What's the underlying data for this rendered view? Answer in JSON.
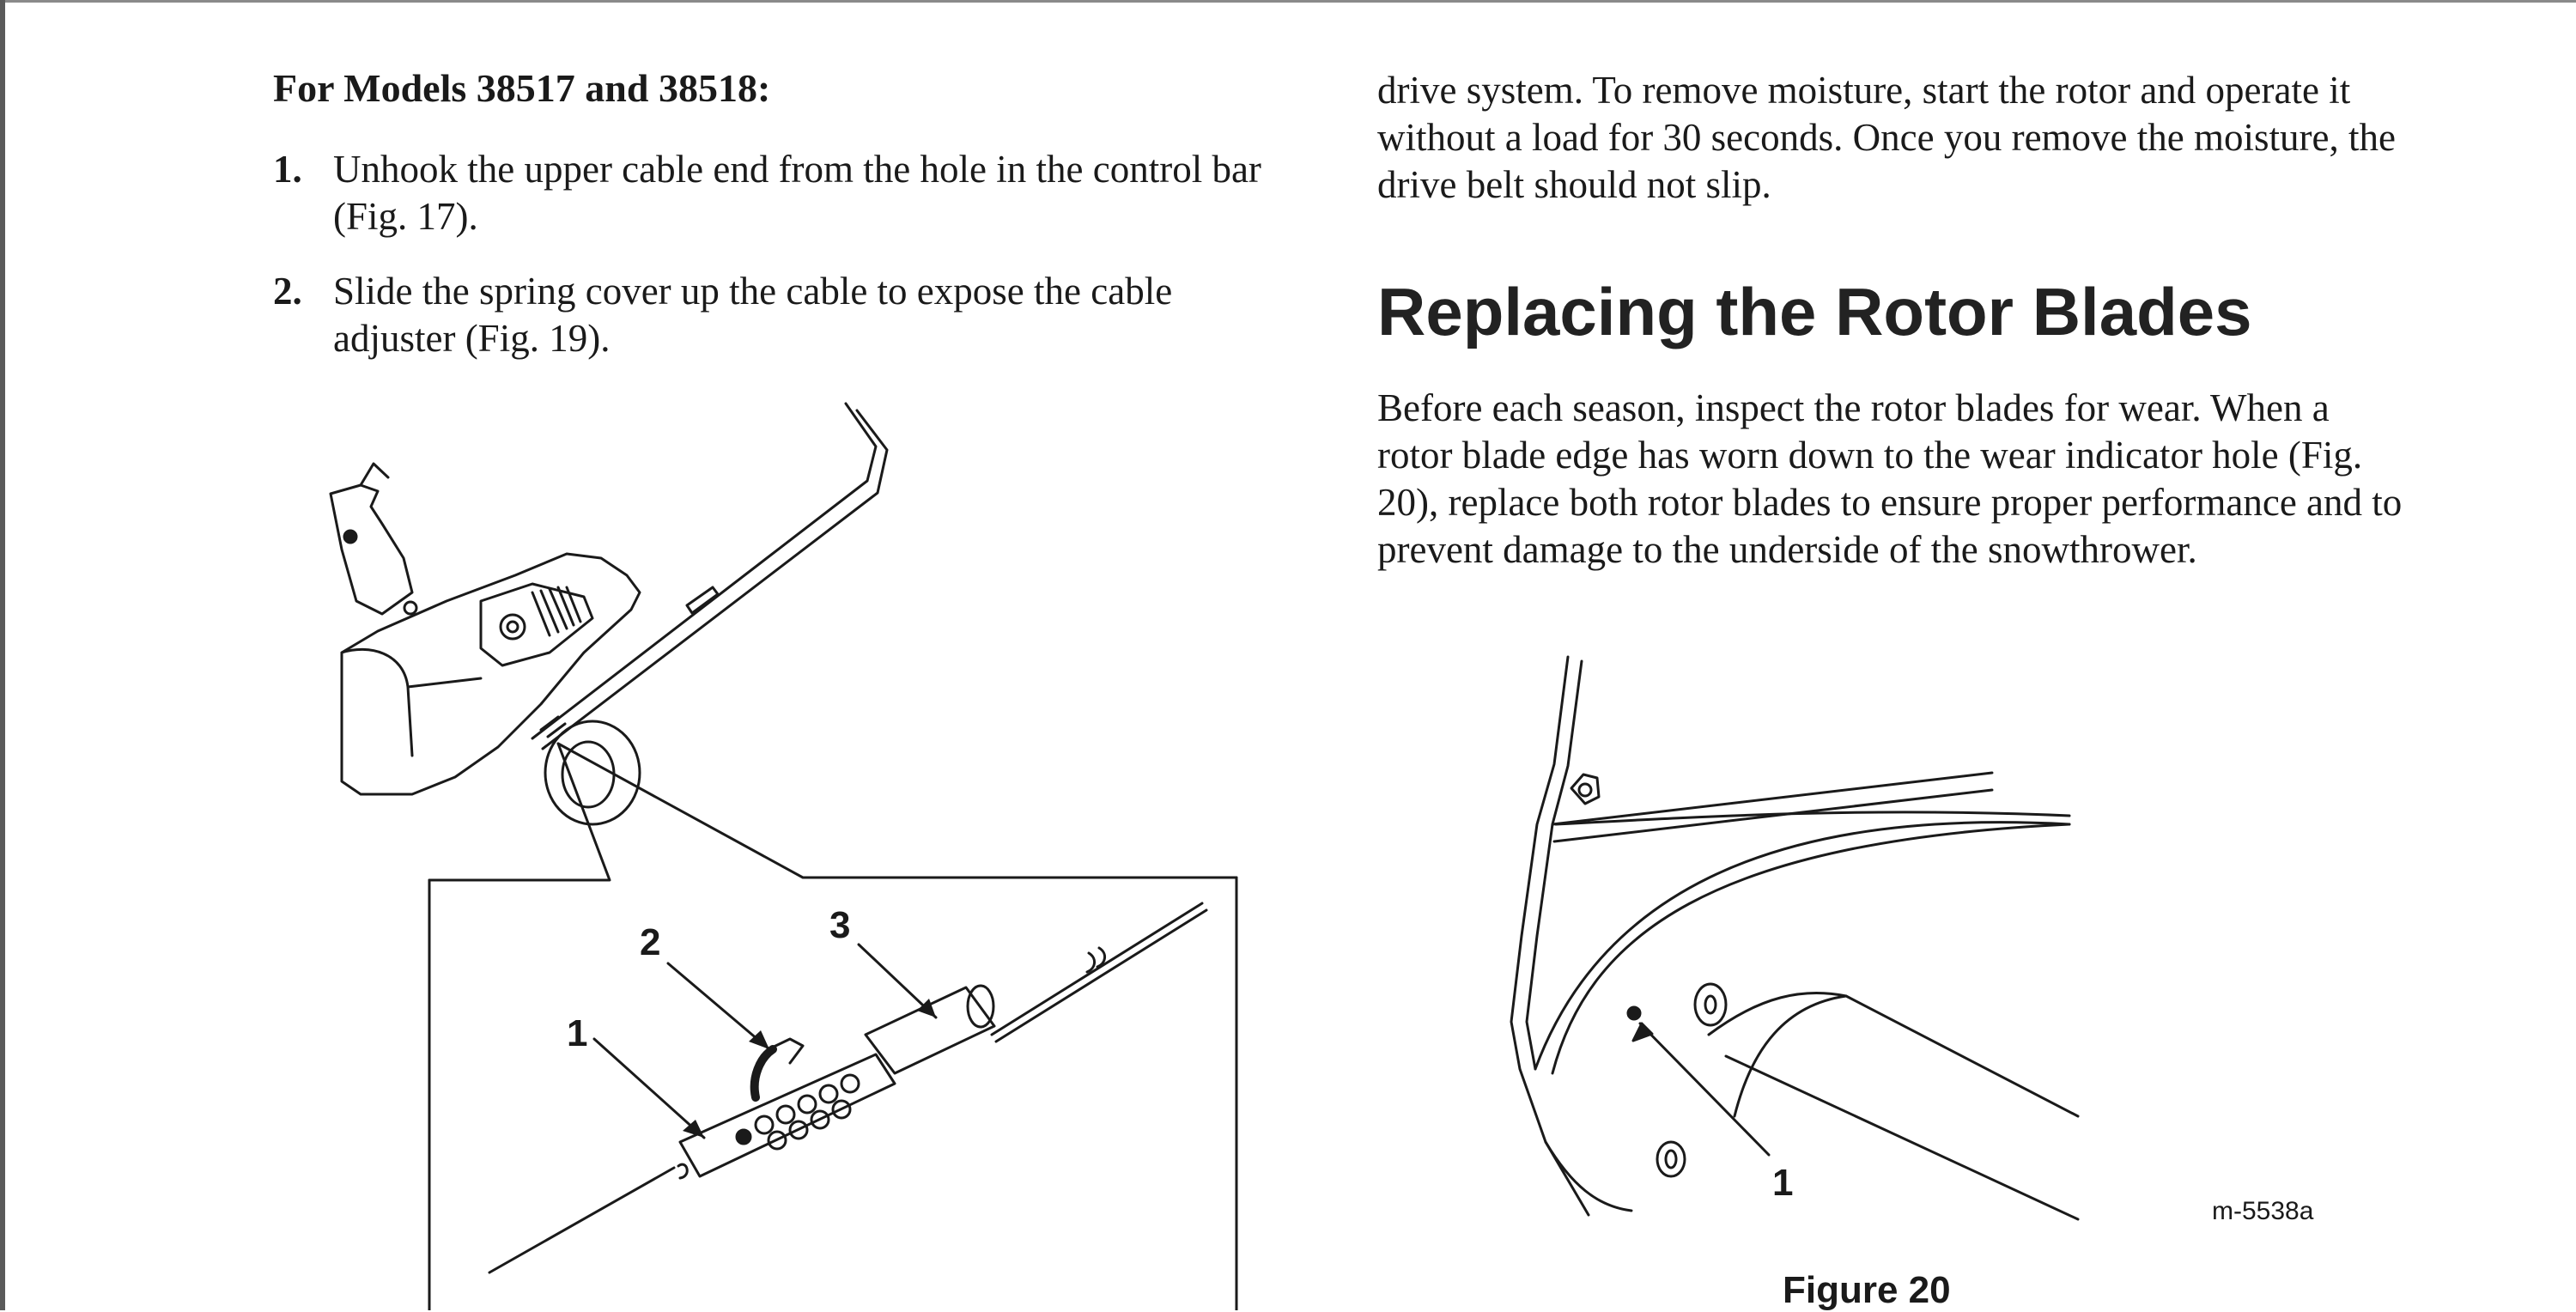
{
  "left_column": {
    "heading": "For Models 38517 and 38518:",
    "steps": [
      {
        "number": "1.",
        "text": "Unhook the upper cable end from the hole in the control bar (Fig. 17)."
      },
      {
        "number": "2.",
        "text": "Slide the spring cover up the cable to expose the cable adjuster (Fig. 19)."
      }
    ],
    "figure_19": {
      "callouts": [
        "1",
        "2",
        "3"
      ]
    }
  },
  "right_column": {
    "continued_text": "drive system. To remove moisture, start the rotor and operate it without a load for 30 seconds. Once you remove the moisture, the drive belt should not slip.",
    "section_title": "Replacing the Rotor Blades",
    "paragraph": "Before each season, inspect the rotor blades for wear. When a rotor blade edge has worn down to the wear indicator hole (Fig. 20), replace both rotor blades to ensure proper performance and to prevent damage to the underside of the snowthrower.",
    "figure_20": {
      "callout": "1",
      "part_code": "m-5538a",
      "caption": "Figure 20"
    }
  }
}
